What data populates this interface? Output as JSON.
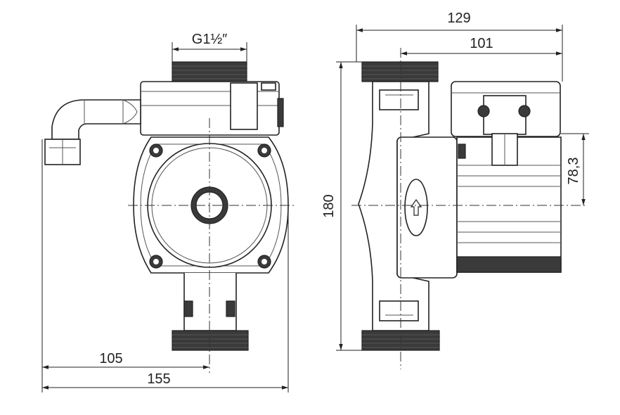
{
  "dimensions": {
    "thread": "G1½″",
    "overall_depth": "129",
    "motor_depth": "101",
    "height": "180",
    "offset_height": "78,3",
    "center_width": "105",
    "overall_width": "155"
  }
}
